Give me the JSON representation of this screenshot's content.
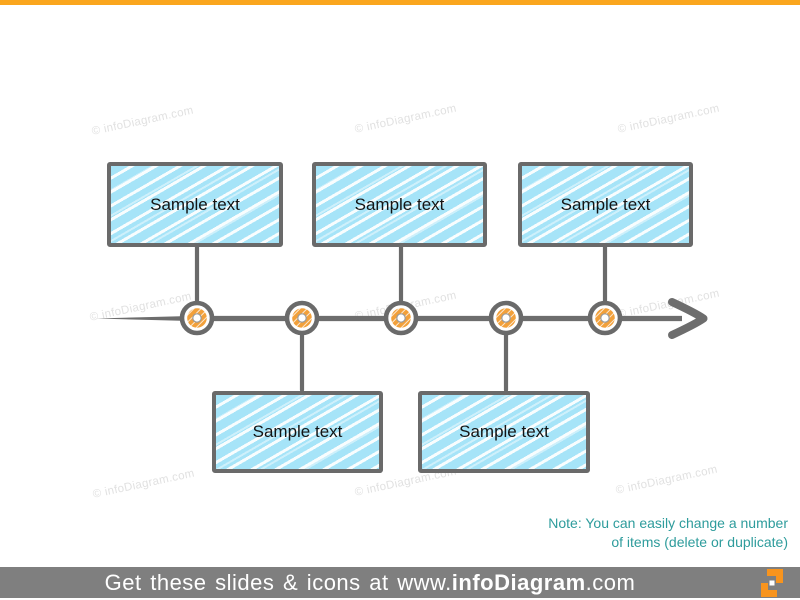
{
  "slide": {
    "watermark_text": "© infoDiagram.com",
    "boxes": [
      {
        "label": "Sample text"
      },
      {
        "label": "Sample text"
      },
      {
        "label": "Sample text"
      },
      {
        "label": "Sample text"
      },
      {
        "label": "Sample text"
      }
    ],
    "note": {
      "line1": "Note: You can easily change a number",
      "line2": "of items (delete or duplicate)"
    },
    "footer": {
      "prefix": "Get these slides & icons at www.",
      "brand": "infoDiagram",
      "suffix": ".com"
    },
    "colors": {
      "accent_orange": "#FAA61E",
      "node_orange": "#F2A03A",
      "logo_orange": "#F7941E",
      "box_fill_blue": "#A6E4F8",
      "sketch_gray": "#6A6A6A",
      "footer_gray": "#7F7F7F",
      "note_teal": "#2E9C9C",
      "watermark_gray": "#E1E1E1"
    }
  }
}
